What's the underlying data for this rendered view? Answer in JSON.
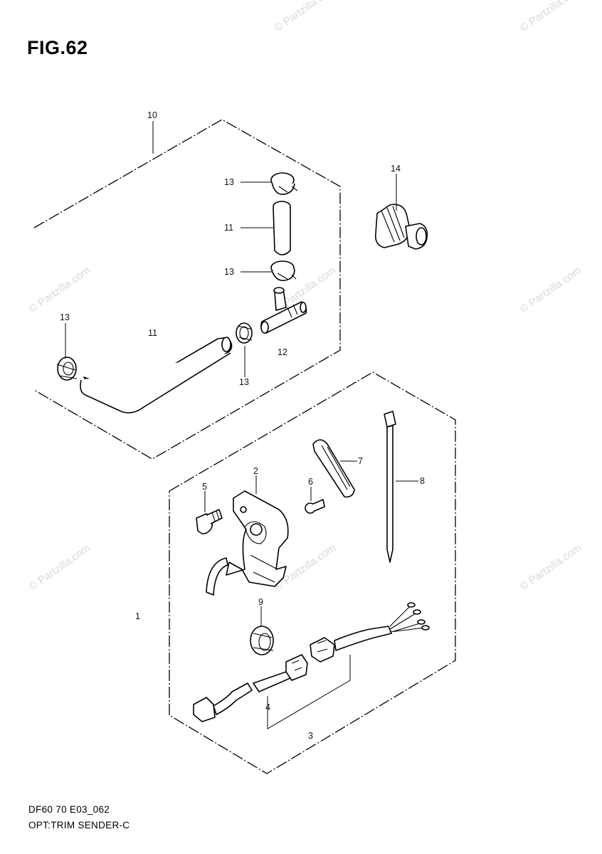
{
  "title": "FIG.62",
  "footer": {
    "code": "DF60 70 E03_062",
    "name": "OPT:TRIM SENDER-C"
  },
  "watermark": "© Partzilla.com",
  "callouts": {
    "c1": "1",
    "c2": "2",
    "c3": "3",
    "c4": "4",
    "c5": "5",
    "c6": "6",
    "c7": "7",
    "c8": "8",
    "c9": "9",
    "c10": "10",
    "c11a": "11",
    "c11b": "11",
    "c12": "12",
    "c13a": "13",
    "c13b": "13",
    "c13c": "13",
    "c13d": "13",
    "c14": "14"
  }
}
